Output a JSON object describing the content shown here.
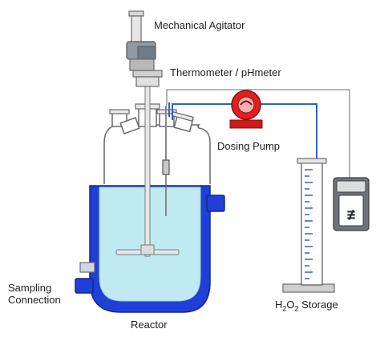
{
  "labels": {
    "mechanical_agitator": "Mechanical Agitator",
    "thermometer_phmeter": "Thermometer / pHmeter",
    "dosing_pump": "Dosing Pump",
    "sampling_line1": "Sampling",
    "sampling_line2": "Connection",
    "reactor": "Reactor",
    "storage_prefix": "H",
    "storage_sub1": "2",
    "storage_mid": "O",
    "storage_sub2": "2",
    "storage_suffix": " Storage"
  },
  "colors": {
    "jacket_blue": "#1f3fd6",
    "liquid": "#bfeaf2",
    "pump_red": "#e02020",
    "tubing_blue": "#2a64c8",
    "outline": "#6a6a6a"
  },
  "icons": [
    "agitator-motor-icon",
    "dosing-pump-icon",
    "ph-meter-device-icon",
    "graduated-cylinder-icon"
  ]
}
